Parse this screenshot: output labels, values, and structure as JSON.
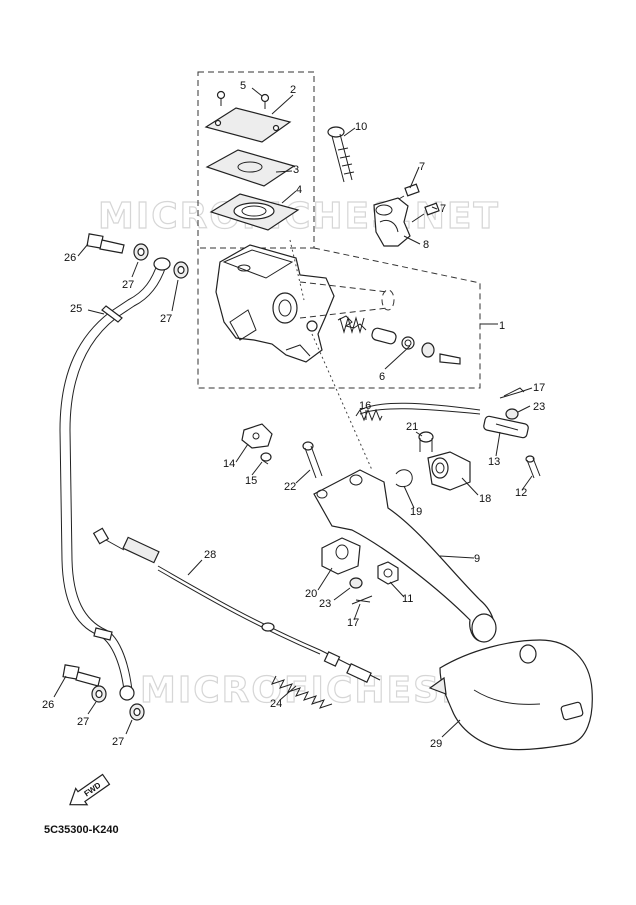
{
  "diagram": {
    "watermark": "MICROFICHES.NET",
    "diagram_code": "5C35300-K240",
    "fwd_label": "FWD",
    "labels": [
      {
        "id": "n1",
        "text": "1"
      },
      {
        "id": "n2",
        "text": "2"
      },
      {
        "id": "n3",
        "text": "3"
      },
      {
        "id": "n4",
        "text": "4"
      },
      {
        "id": "n5",
        "text": "5"
      },
      {
        "id": "n6",
        "text": "6"
      },
      {
        "id": "n7a",
        "text": "7"
      },
      {
        "id": "n7b",
        "text": "7"
      },
      {
        "id": "n8",
        "text": "8"
      },
      {
        "id": "n9",
        "text": "9"
      },
      {
        "id": "n10",
        "text": "10"
      },
      {
        "id": "n11",
        "text": "11"
      },
      {
        "id": "n12",
        "text": "12"
      },
      {
        "id": "n13",
        "text": "13"
      },
      {
        "id": "n14",
        "text": "14"
      },
      {
        "id": "n15",
        "text": "15"
      },
      {
        "id": "n16",
        "text": "16"
      },
      {
        "id": "n17a",
        "text": "17"
      },
      {
        "id": "n17b",
        "text": "17"
      },
      {
        "id": "n18",
        "text": "18"
      },
      {
        "id": "n19",
        "text": "19"
      },
      {
        "id": "n20",
        "text": "20"
      },
      {
        "id": "n21",
        "text": "21"
      },
      {
        "id": "n22",
        "text": "22"
      },
      {
        "id": "n23a",
        "text": "23"
      },
      {
        "id": "n23b",
        "text": "23"
      },
      {
        "id": "n24",
        "text": "24"
      },
      {
        "id": "n25",
        "text": "25"
      },
      {
        "id": "n26a",
        "text": "26"
      },
      {
        "id": "n26b",
        "text": "26"
      },
      {
        "id": "n27a",
        "text": "27"
      },
      {
        "id": "n27b",
        "text": "27"
      },
      {
        "id": "n27c",
        "text": "27"
      },
      {
        "id": "n27d",
        "text": "27"
      },
      {
        "id": "n28",
        "text": "28"
      },
      {
        "id": "n29",
        "text": "29"
      }
    ]
  }
}
